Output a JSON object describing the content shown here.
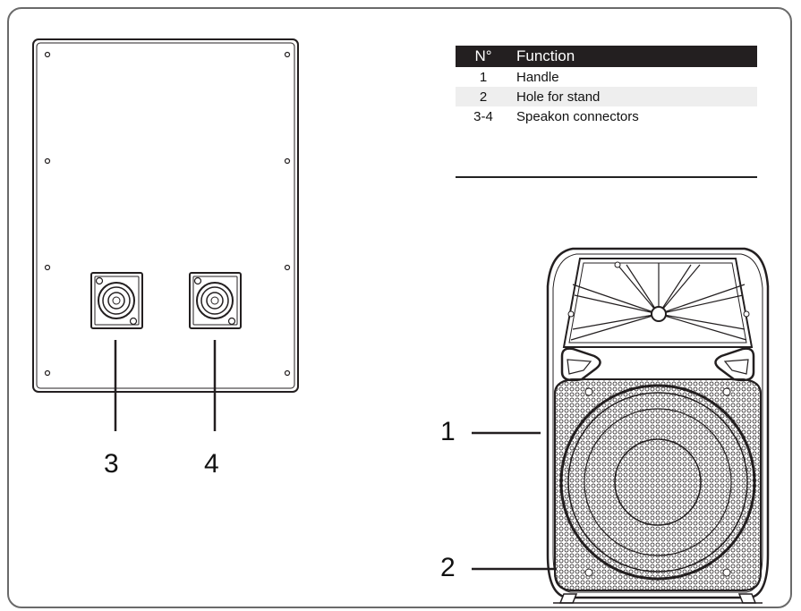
{
  "function_table": {
    "headers": {
      "number": "N°",
      "function": "Function"
    },
    "rows": [
      {
        "number": "1",
        "function": "Handle"
      },
      {
        "number": "2",
        "function": "Hole for stand"
      },
      {
        "number": "3-4",
        "function": "Speakon connectors"
      }
    ]
  },
  "rear_panel_callouts": {
    "left_connector": "3",
    "right_connector": "4"
  },
  "front_view_callouts": {
    "handle": "1",
    "stand_hole": "2"
  },
  "colors": {
    "line": "#231f20",
    "header_bg": "#231f20",
    "row_shade": "#eeeeee",
    "frame": "#6a6a6a"
  }
}
